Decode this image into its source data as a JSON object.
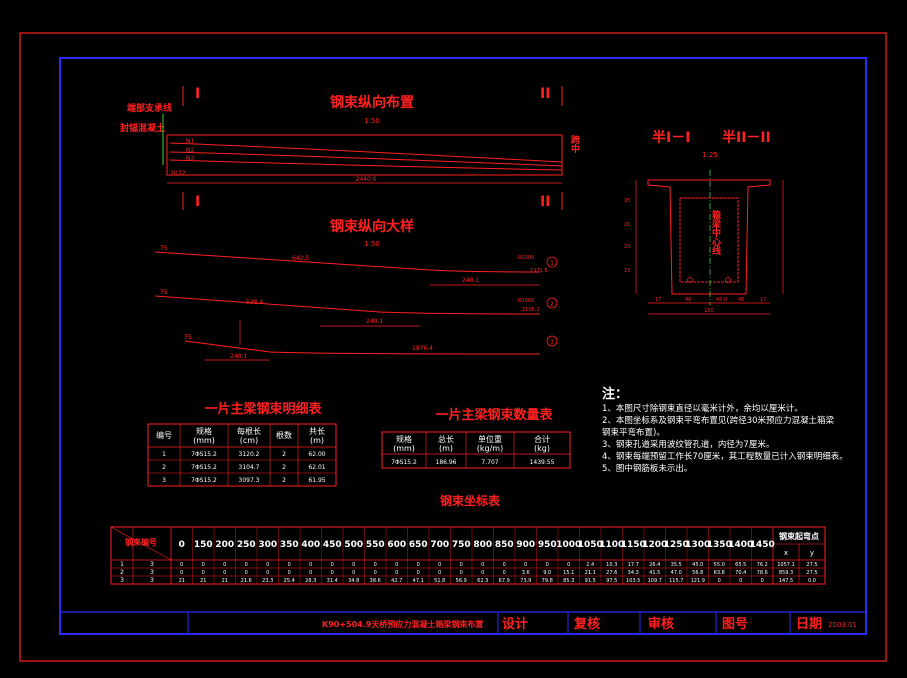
{
  "title_block": {
    "drawing_name": "K90+504.9天桥预应力混凝土箱梁钢束布置",
    "design": "设计",
    "review": "复核",
    "approve": "审核",
    "drawing_no": "图号",
    "date": "日期",
    "date_value": "2003.01"
  },
  "elevation": {
    "title": "钢束纵向布置",
    "scale": "1:50",
    "section_left_top": "I",
    "section_left_bottom": "I",
    "section_right_top": "II",
    "section_right_bottom": "II",
    "label_support": "端部支承线",
    "label_anchor": "封锚混凝土",
    "label_midspan": "跨中",
    "dim_total": "2440.0",
    "dim_left": "32",
    "dim_left2": "20",
    "tendon_labels": [
      "N1",
      "N2",
      "N3"
    ]
  },
  "detail": {
    "title": "钢束纵向大样",
    "scale": "1:50",
    "rows": [
      {
        "left_value": "75",
        "seg1": "642.5",
        "seg2": "240.1",
        "end1": "R2000",
        "end2": "1971.6",
        "tag": "1"
      },
      {
        "left_value": "75",
        "seg1": "538.4",
        "seg2": "240.1",
        "end1": "R2000",
        "end2": "2106.2",
        "tag": "2"
      },
      {
        "left_value": "75",
        "seg1": "240.1",
        "seg2": "1876.4",
        "end1": "",
        "end2": "",
        "tag": "3"
      }
    ]
  },
  "section": {
    "title_left": "半I－I",
    "title_right": "半II－II",
    "scale": "1:25",
    "center_label": "箱梁中心线",
    "dims_bottom": [
      "17",
      "46",
      "45.0",
      "46",
      "17"
    ],
    "dim_total": "150",
    "dims_left": [
      "35",
      "20",
      "20",
      "15"
    ]
  },
  "notes": {
    "heading": "注：",
    "items": [
      "1、本图尺寸除钢束直径以毫米计外，余均以厘米计。",
      "2、本图坐标系及钢束平弯布置见(跨径30米预应力混凝土箱梁",
      "   钢束平弯布置)。",
      "3、钢束孔道采用波纹管孔道，内径为7厘米。",
      "4、钢束每端预留工作长70厘米，其工程数量已计入钢束明细表。",
      "5、图中钢筋板未示出。"
    ]
  },
  "detail_table": {
    "title": "一片主梁钢束明细表",
    "headers": [
      "编号",
      "规格\n(mm)",
      "每根长\n(cm)",
      "根数",
      "共长\n(m)"
    ],
    "rows": [
      [
        "1",
        "7ΦS15.2",
        "3120.2",
        "2",
        "62.00"
      ],
      [
        "2",
        "7ΦS15.2",
        "3104.7",
        "2",
        "62.01"
      ],
      [
        "3",
        "7ΦS15.2",
        "3097.3",
        "2",
        "61.95"
      ]
    ]
  },
  "quantity_table": {
    "title": "一片主梁钢束数量表",
    "headers": [
      "规格\n(mm)",
      "总长\n(m)",
      "单位重\n(kg/m)",
      "合计\n(kg)"
    ],
    "rows": [
      [
        "7ΦS15.2",
        "186.96",
        "7.707",
        "1439.55"
      ]
    ]
  },
  "coord_table": {
    "title": "钢束坐标表",
    "corner_header": "钢束编号",
    "columns": [
      "0",
      "150",
      "200",
      "250",
      "300",
      "350",
      "400",
      "450",
      "500",
      "550",
      "600",
      "650",
      "700",
      "750",
      "800",
      "850",
      "900",
      "950",
      "1000",
      "1050",
      "1100",
      "1150",
      "1200",
      "1250",
      "1300",
      "1350",
      "1400",
      "1450"
    ],
    "end_header": "钢束起弯点",
    "end_cols": [
      "x",
      "y"
    ],
    "rows": [
      {
        "id": "1",
        "side": "3",
        "values": [
          "0",
          "0",
          "0",
          "0",
          "0",
          "0",
          "0",
          "0",
          "0",
          "0",
          "0",
          "0",
          "0",
          "0",
          "0",
          "0",
          "0",
          "0",
          "0",
          "2.4",
          "10.3",
          "17.7",
          "26.4",
          "35.5",
          "45.0",
          "55.0",
          "65.5",
          "76.2"
        ],
        "end": [
          "1057.1",
          "27.5"
        ]
      },
      {
        "id": "2",
        "side": "3",
        "values": [
          "0",
          "0",
          "0",
          "0",
          "0",
          "0",
          "0",
          "0",
          "0",
          "0",
          "0",
          "0",
          "0",
          "0",
          "0",
          "0",
          "3.6",
          "9.0",
          "15.1",
          "21.1",
          "27.6",
          "34.3",
          "41.5",
          "47.0",
          "56.8",
          "63.8",
          "70.4",
          "78.6"
        ],
        "end": [
          "859.3",
          "27.5"
        ]
      },
      {
        "id": "3",
        "side": "3",
        "values": [
          "21",
          "21",
          "21",
          "21.6",
          "23.3",
          "25.4",
          "28.3",
          "31.4",
          "34.8",
          "38.6",
          "42.7",
          "47.1",
          "51.8",
          "56.9",
          "62.3",
          "67.9",
          "73.9",
          "79.8",
          "85.3",
          "91.5",
          "97.5",
          "103.5",
          "109.7",
          "115.7",
          "121.9",
          "0",
          "0",
          "0"
        ],
        "end": [
          "147.5",
          "0.0"
        ]
      }
    ]
  },
  "colors": {
    "background": "#000000",
    "frame": "#ff2020",
    "inner_frame": "#2b2bff",
    "ink": "#ff2020",
    "text": "#ffffff",
    "green": "#3cd23c"
  }
}
